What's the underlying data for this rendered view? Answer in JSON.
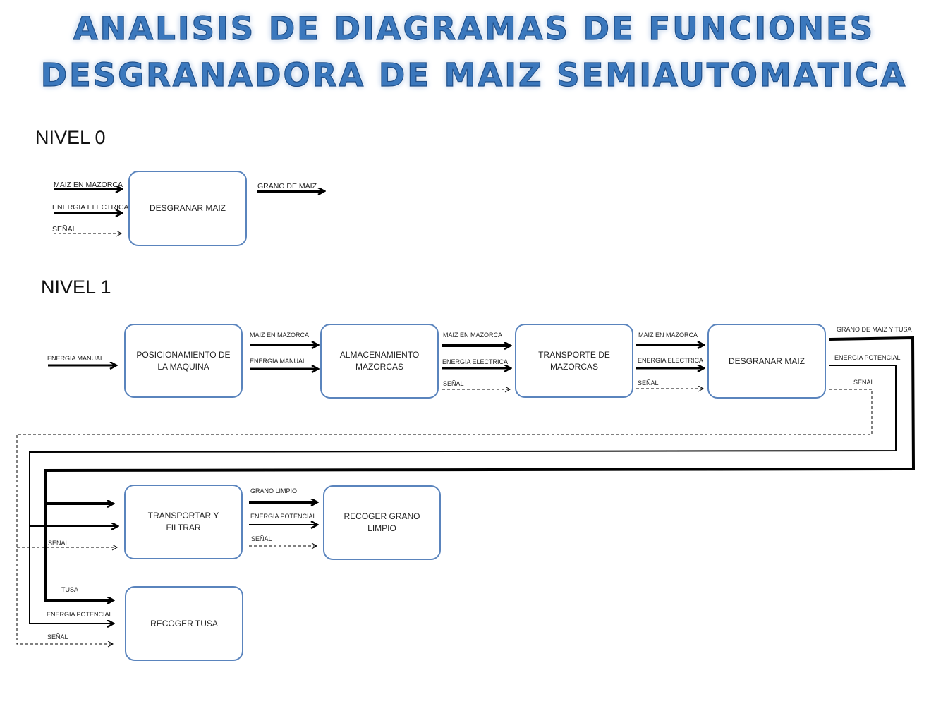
{
  "title": {
    "line1": "ANALISIS DE DIAGRAMAS DE FUNCIONES",
    "line2": "DESGRANADORA DE MAIZ SEMIAUTOMATICA"
  },
  "levels": {
    "nivel0": "NIVEL 0",
    "nivel1": "NIVEL 1"
  },
  "nivel0": {
    "box": "DESGRANAR MAIZ",
    "inputs": {
      "maiz": "MAIZ EN  MAZORCA",
      "energia": "ENERGIA  ELECTRICA",
      "senal": "SEÑAL"
    },
    "output": "GRANO  DE MAIZ"
  },
  "nivel1": {
    "boxes": {
      "posicionamiento": "POSICIONAMIENTO DE LA MAQUINA",
      "almacenamiento": "ALMACENAMIENTO MAZORCAS",
      "transporte": "TRANSPORTE DE MAZORCAS",
      "desgranar": "DESGRANAR MAIZ",
      "transportar_filtrar": "TRANSPORTAR Y FILTRAR",
      "recoger_grano": "RECOGER GRANO LIMPIO",
      "recoger_tusa": "RECOGER TUSA"
    },
    "labels": {
      "energia_manual_in": "ENERGIA MANUAL",
      "maiz_1": "MAIZ EN MAZORCA",
      "energia_manual_2": "ENERGIA MANUAL",
      "maiz_2": "MAIZ EN MAZORCA",
      "energia_elec_2": "ENERGIA ELECTRICA",
      "senal_2": "SEÑAL",
      "maiz_3": "MAIZ EN MAZORCA",
      "energia_elec_3": "ENERGIA ELECTRICA",
      "senal_3": "SEÑAL",
      "grano_tusa": "GRANO DE MAIZ Y TUSA",
      "energia_potencial_out": "ENERGIA POTENCIAL",
      "senal_out": "SEÑAL",
      "senal_tf": "SEÑAL",
      "grano_limpio": "GRANO LIMPIO",
      "energia_potencial_gl": "ENERGIA POTENCIAL",
      "senal_gl": "SEÑAL",
      "tusa": "TUSA",
      "energia_potencial_rt": "ENERGIA POTENCIAL",
      "senal_rt": "SEÑAL"
    }
  }
}
